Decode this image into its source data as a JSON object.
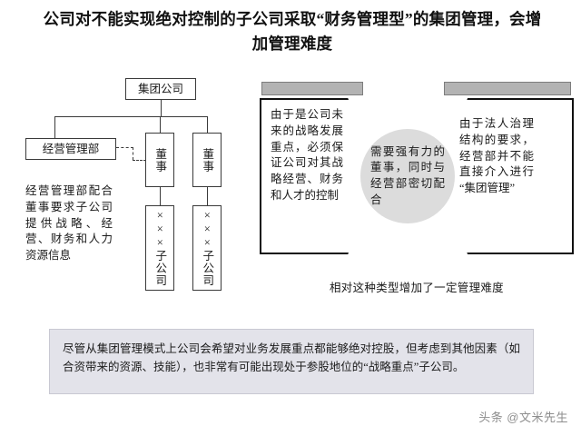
{
  "title": "公司对不能实现绝对控制的子公司采取“财务管理型”的集团管理，会增加管理难度",
  "org_chart": {
    "group_company": "集团公司",
    "ops_department": "经营管理部",
    "director_1": "董事",
    "director_2": "董事",
    "subsidiary_1": "×××子公司",
    "subsidiary_2": "×××子公司",
    "ops_note": "经营管理部配合董事要求子公司提供战略、经营、财务和人力资源信息"
  },
  "right_diagram": {
    "left_reason": "由于是公司未来的战略发展重点，必须保证公司对其战略经营、财务和人才的控制",
    "center_conclusion": "需要强有力的董事，同时与经营部密切配合",
    "right_reason": "由于法人治理结构的要求，经营部并不能直接介入进行“集团管理”",
    "caption": "相对这种类型增加了一定管理难度"
  },
  "bottom_note": "尽管从集团管理模式上公司会希望对业务发展重点都能够绝对控股，但考虑到其他因素（如合资带来的资源、技能），也非常有可能出现处于参股地位的“战略重点”子公司。",
  "watermark": "头条 @文米先生",
  "colors": {
    "cap_bar": "#b3b3b3",
    "center_circle": "#dcdcdc",
    "note_background": "#e3e3ea",
    "outline": "#3a3a3a",
    "chevron_outline": "#111111"
  }
}
